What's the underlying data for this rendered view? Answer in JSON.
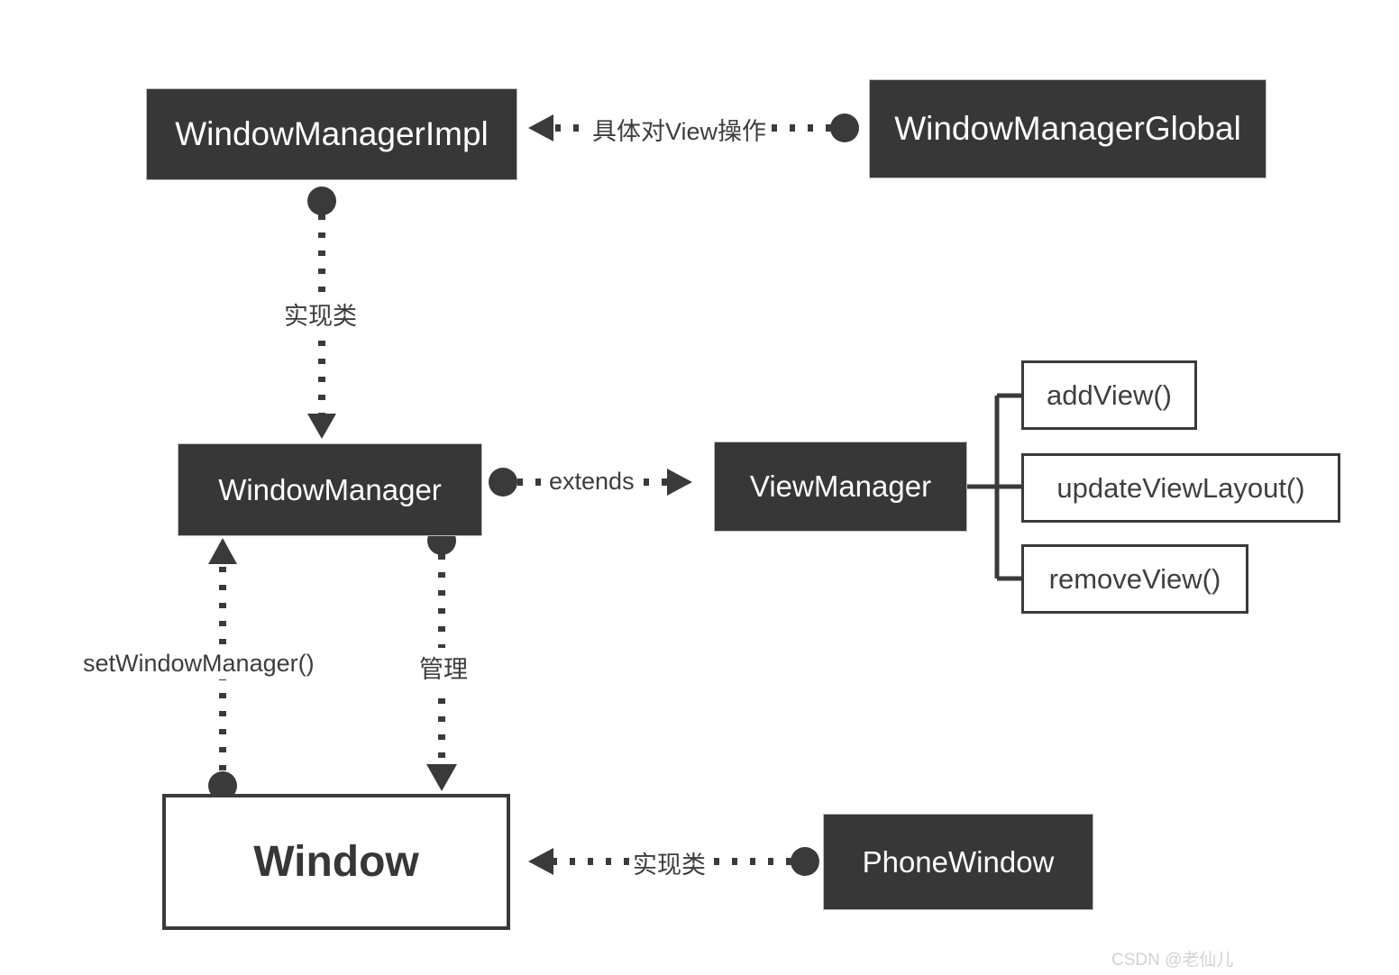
{
  "diagram": {
    "title": "Android Window / WindowManager class relationship diagram",
    "background": "#ffffff",
    "colors": {
      "node_dark_fill": "#373737",
      "node_dark_text": "#ffffff",
      "node_light_fill": "#ffffff",
      "node_light_border": "#3a3a3a",
      "edge": "#3a3a3a",
      "watermark": "#d2d2d2"
    },
    "nodes": [
      {
        "id": "window-manager-impl",
        "label": "WindowManagerImpl",
        "style": "dark"
      },
      {
        "id": "window-manager-global",
        "label": "WindowManagerGlobal",
        "style": "dark"
      },
      {
        "id": "window-manager",
        "label": "WindowManager",
        "style": "dark"
      },
      {
        "id": "view-manager",
        "label": "ViewManager",
        "style": "dark"
      },
      {
        "id": "window",
        "label": "Window",
        "style": "light"
      },
      {
        "id": "phone-window",
        "label": "PhoneWindow",
        "style": "dark"
      },
      {
        "id": "add-view",
        "label": "addView()",
        "style": "method"
      },
      {
        "id": "update-view-layout",
        "label": "updateViewLayout()",
        "style": "method"
      },
      {
        "id": "remove-view",
        "label": "removeView()",
        "style": "method"
      }
    ],
    "edges": [
      {
        "id": "global-to-impl",
        "from": "window-manager-global",
        "to": "window-manager-impl",
        "label": "具体对View操作",
        "style": "dotted",
        "marker": "arrow"
      },
      {
        "id": "impl-to-wm",
        "from": "window-manager-impl",
        "to": "window-manager",
        "label": "实现类",
        "style": "dotted",
        "marker": "arrow"
      },
      {
        "id": "wm-to-vm",
        "from": "window-manager",
        "to": "view-manager",
        "label": "extends",
        "style": "dotted",
        "marker": "arrow"
      },
      {
        "id": "window-to-wm",
        "from": "window",
        "to": "window-manager",
        "label": "setWindowManager()",
        "style": "dotted",
        "marker": "arrow"
      },
      {
        "id": "wm-to-window",
        "from": "window-manager",
        "to": "window",
        "label": "管理",
        "style": "dotted",
        "marker": "arrow"
      },
      {
        "id": "phone-to-window",
        "from": "phone-window",
        "to": "window",
        "label": "实现类",
        "style": "dotted",
        "marker": "arrow"
      },
      {
        "id": "vm-to-methods",
        "from": "view-manager",
        "to": "add-view,update-view-layout,remove-view",
        "label": "",
        "style": "solid",
        "marker": "none"
      }
    ],
    "watermark": "CSDN @老仙儿"
  }
}
